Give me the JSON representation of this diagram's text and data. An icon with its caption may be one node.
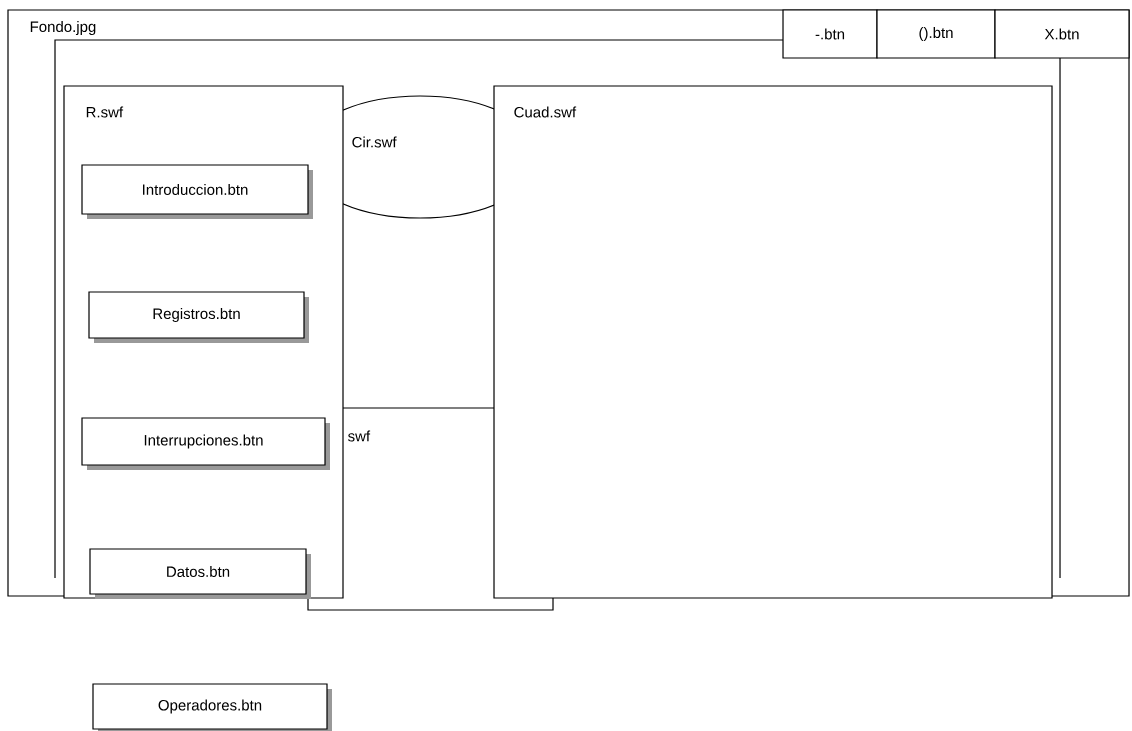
{
  "diagram": {
    "nodes": [
      {
        "text": [
          "Fondo.jpg"
        ]
      },
      {
        "text": [],
        "shape": "box",
        "in": 0
      },
      {
        "text": [
          "-.btn"
        ],
        "in": 0
      },
      {
        "text": [
          "().btn"
        ],
        "in": 0
      },
      {
        "text": [
          "X.btn"
        ],
        "in": 0
      },
      {
        "text": [
          "R.swf"
        ],
        "in": 1
      },
      {
        "text": [
          "Introduccion.btn"
        ],
        "in": 5
      },
      {
        "text": [
          "Registros.btn"
        ],
        "in": 5
      },
      {
        "text": [
          "Interrupciones.btn"
        ],
        "in": 5
      },
      {
        "text": [
          "Datos.btn"
        ],
        "in": 5
      },
      {
        "text": [
          "Cir.swf"
        ],
        "in": 1
      },
      {
        "text": [
          "swf"
        ]
      },
      {
        "text": [
          "Cuad.swf"
        ],
        "in": 1
      },
      {
        "text": [
          "Operadores.btn"
        ]
      }
    ]
  }
}
